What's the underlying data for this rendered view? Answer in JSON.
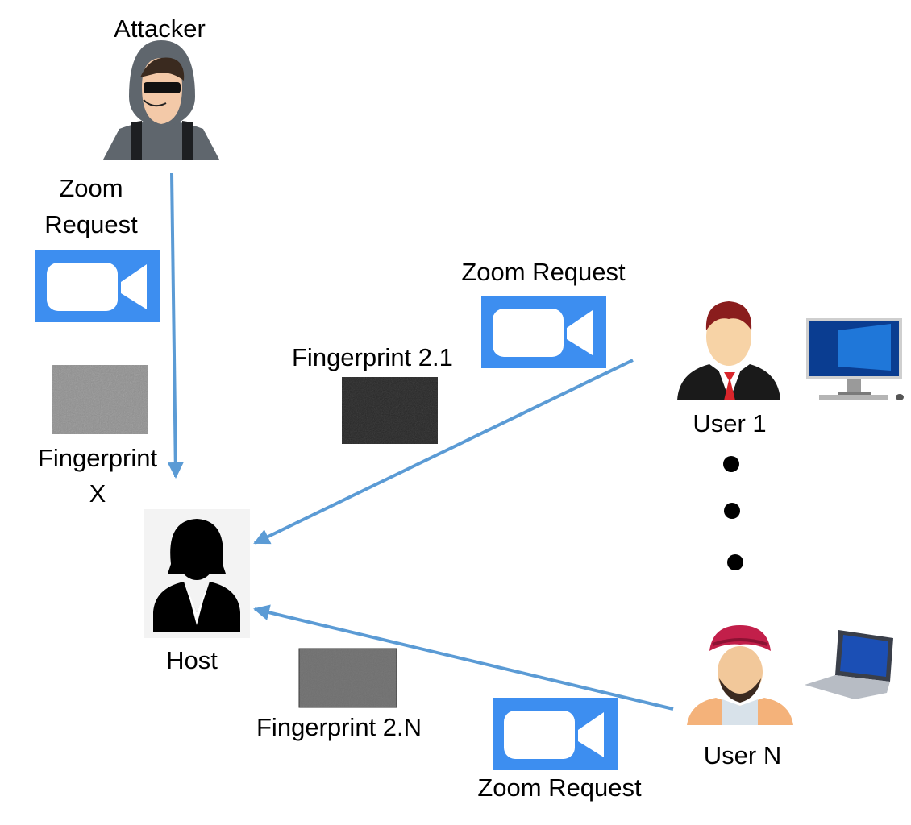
{
  "attacker": {
    "label": "Attacker",
    "request_label_line1": "Zoom",
    "request_label_line2": "Request",
    "fingerprint_line1": "Fingerprint",
    "fingerprint_line2": "X"
  },
  "host": {
    "label": "Host"
  },
  "user1": {
    "label": "User 1",
    "request_label": "Zoom Request",
    "fingerprint_label": "Fingerprint 2.1"
  },
  "userN": {
    "label": "User N",
    "request_label": "Zoom Request",
    "fingerprint_label": "Fingerprint 2.N"
  },
  "colors": {
    "arrow": "#5b9bd5",
    "zoom_blue": "#3d8ef0",
    "fingerprint_x": "#8f8f8f",
    "fingerprint_21": "#262626",
    "fingerprint_2n": "#6f6f6f"
  }
}
